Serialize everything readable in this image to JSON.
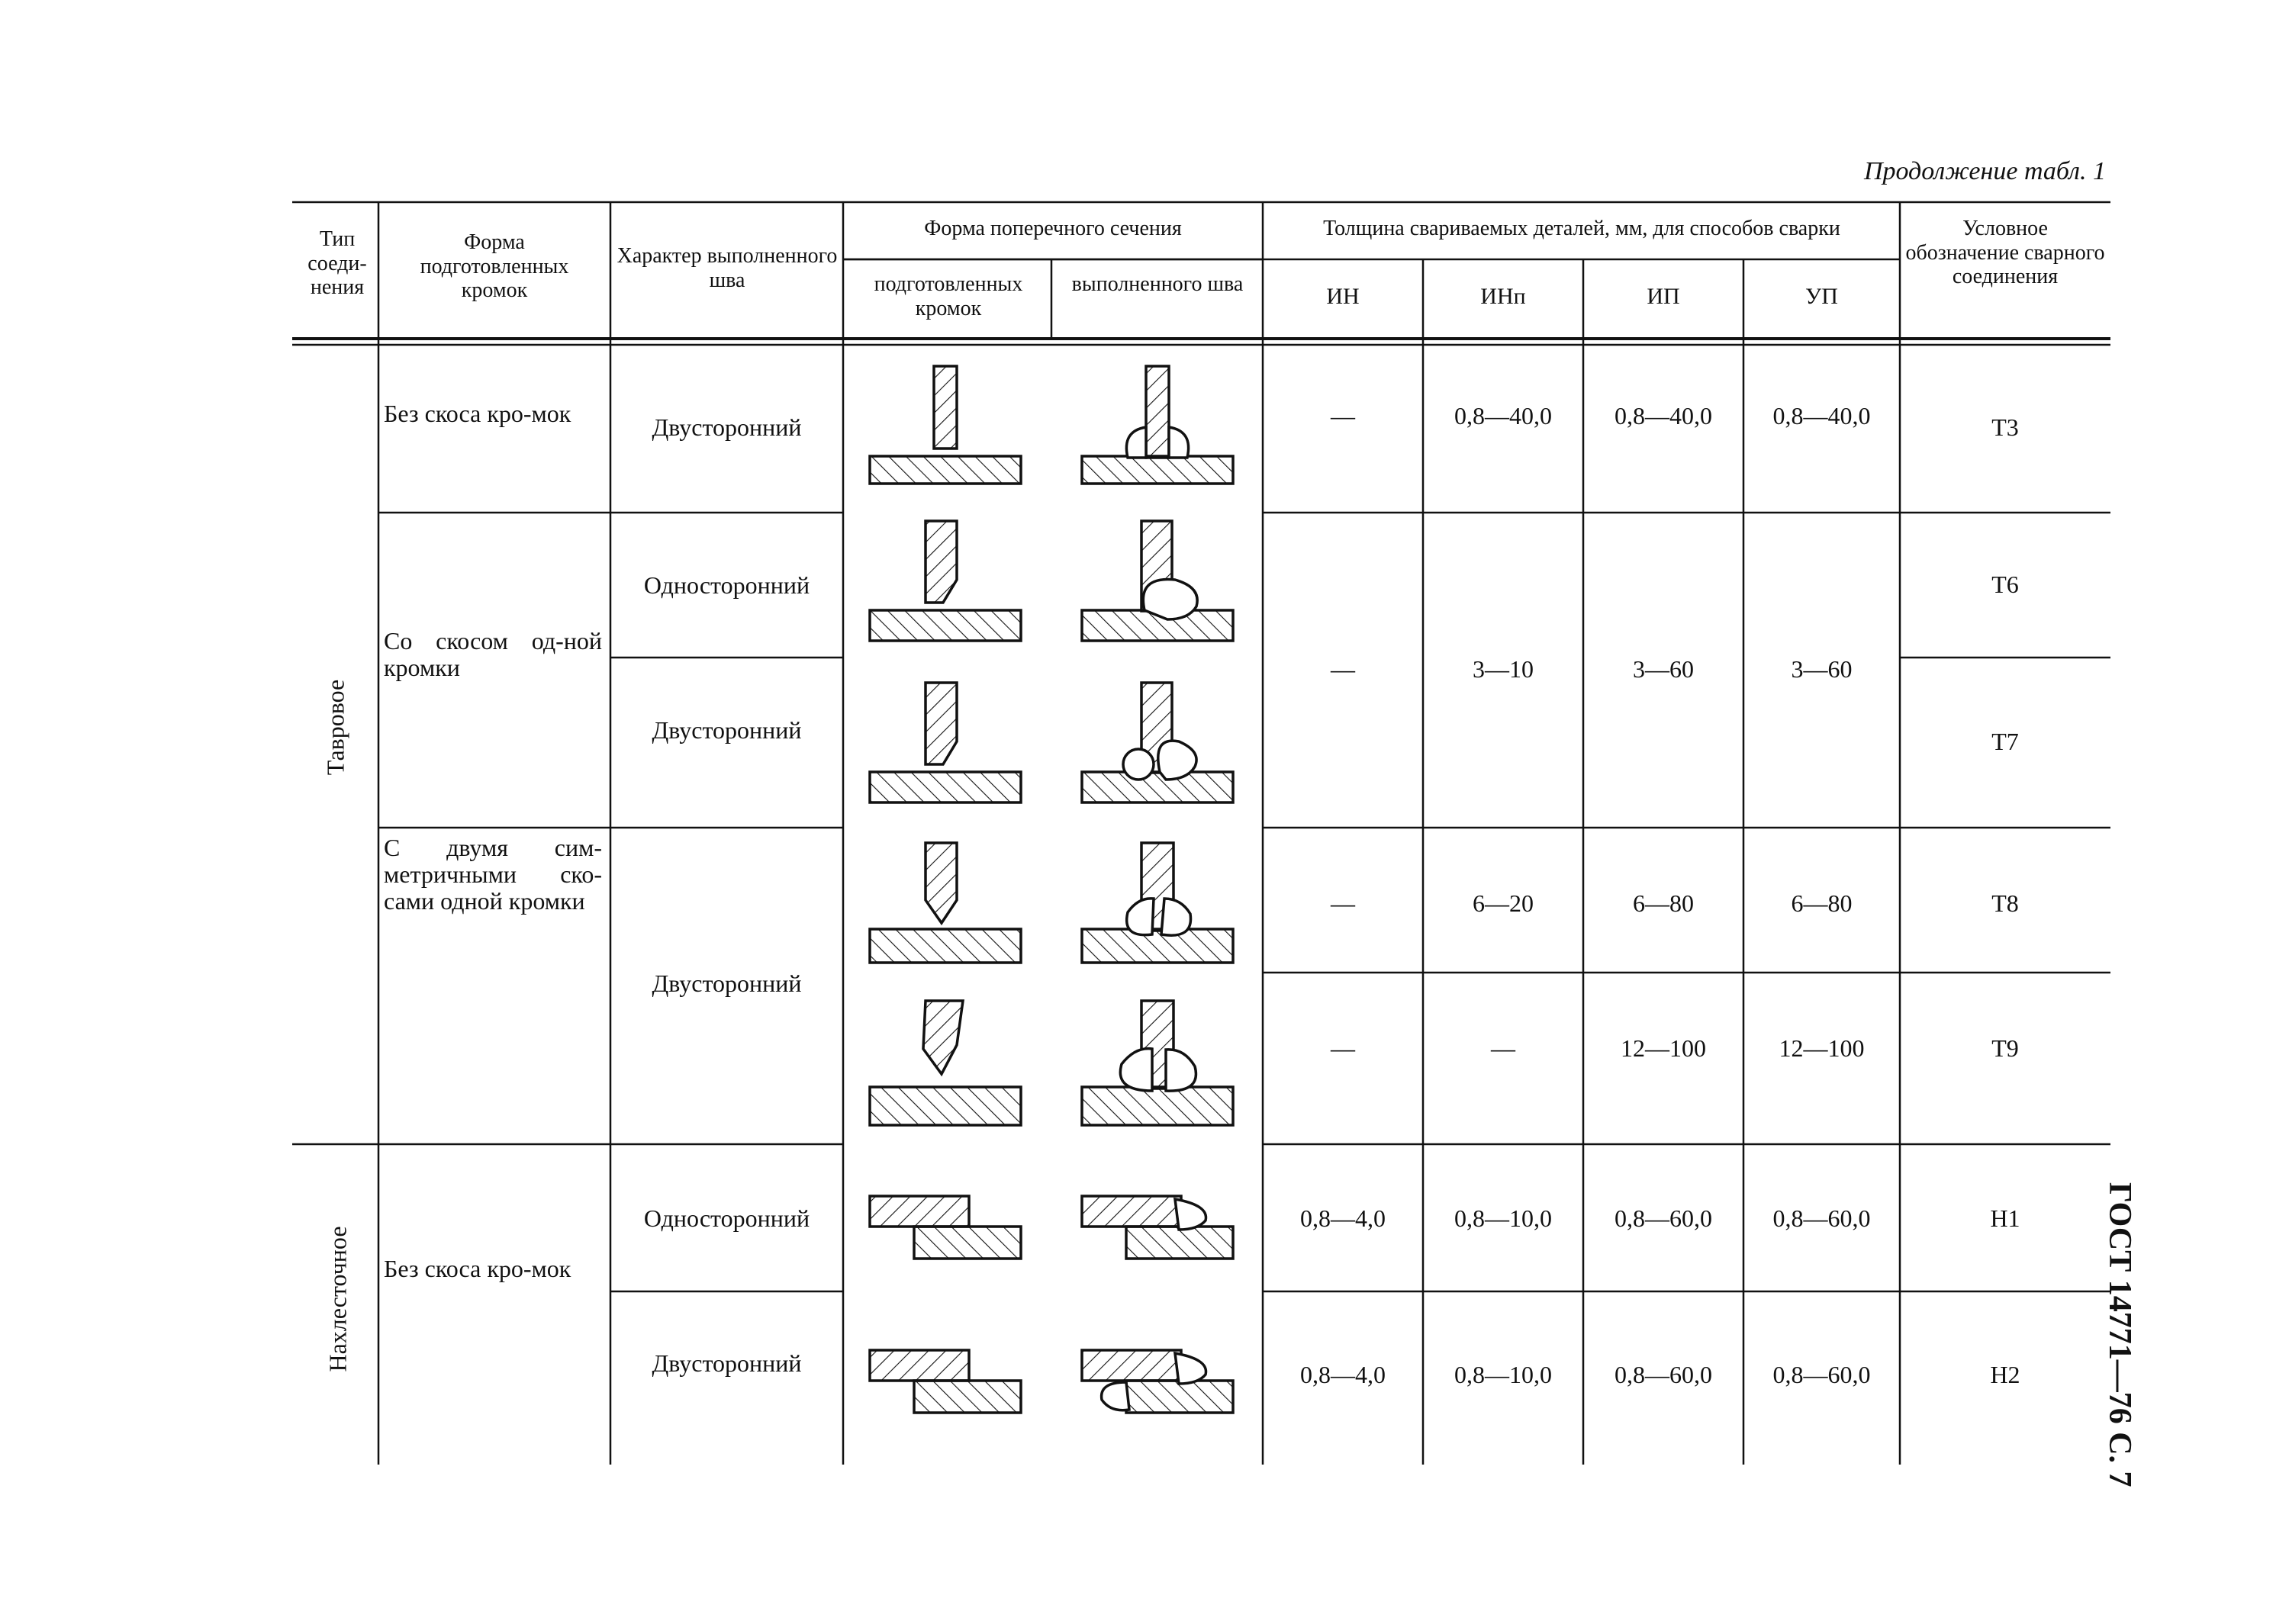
{
  "page": {
    "continuation": "Продолжение табл. 1",
    "side_title": "ГОСТ 14771—76 С. 7"
  },
  "header": {
    "joint_type": "Тип соеди-нения",
    "edge_shape": "Форма подготовленных кромок",
    "seam_character": "Характер выполненного шва",
    "cross_section": "Форма поперечного сечения",
    "cross_prepared": "подготовленных кромок",
    "cross_finished": "выполненного шва",
    "thickness": "Толщина свариваемых деталей, мм, для способов сварки",
    "methods": [
      "ИН",
      "ИНп",
      "ИП",
      "УП"
    ],
    "designation": "Условное обозначение сварного соединения"
  },
  "groups": [
    {
      "type": "Тавровое"
    },
    {
      "type": "Нахлесточное"
    }
  ],
  "edge_groups": [
    "Без скоса кро-мок",
    "Со скосом од-ной кромки",
    "С двумя сим-метричными ско-сами одной кромки",
    "Без скоса кро-мок"
  ],
  "seams": [
    "Двусторонний",
    "Односторонний",
    "Двусторонний",
    "Двусторонний",
    "Односторонний",
    "Двусторонний"
  ],
  "thickness_rows": [
    {
      "in": "—",
      "inp": "0,8—40,0",
      "ip": "0,8—40,0",
      "up": "0,8—40,0"
    },
    {
      "in": "—",
      "inp": "3—10",
      "ip": "3—60",
      "up": "3—60"
    },
    {
      "in": "—",
      "inp": "6—20",
      "ip": "6—80",
      "up": "6—80"
    },
    {
      "in": "—",
      "inp": "—",
      "ip": "12—100",
      "up": "12—100"
    },
    {
      "in": "0,8—4,0",
      "inp": "0,8—10,0",
      "ip": "0,8—60,0",
      "up": "0,8—60,0"
    },
    {
      "in": "0,8—4,0",
      "inp": "0,8—10,0",
      "ip": "0,8—60,0",
      "up": "0,8—60,0"
    }
  ],
  "designations": [
    "Т3",
    "Т6",
    "Т7",
    "Т8",
    "Т9",
    "Н1",
    "Н2"
  ]
}
